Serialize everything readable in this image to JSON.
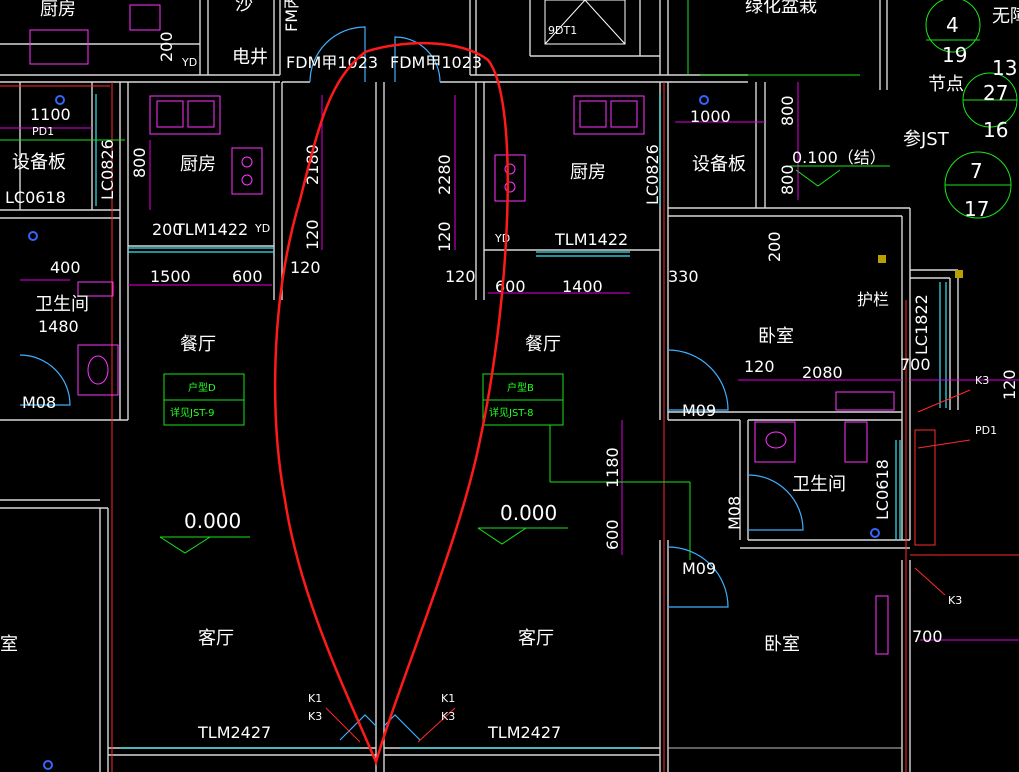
{
  "colors": {
    "background": "#000000",
    "wall": "#d8d8d8",
    "dimension": "#e000e0",
    "door": "#3fb0ff",
    "window": "#36e6f0",
    "annotation": "#19e619",
    "highlight": "#ff2a2a"
  },
  "rooms": {
    "kitchen_top_left": "厨房",
    "kitchen_left": "厨房",
    "kitchen_right": "厨房",
    "electric_shaft": "电井",
    "equipment_left": "设备板",
    "equipment_right": "设备板",
    "bathroom_left": "卫生间",
    "bathroom_right": "卫生间",
    "dining_left": "餐厅",
    "dining_right": "餐厅",
    "living_left": "客厅",
    "living_right": "客厅",
    "bedroom_upper": "卧室",
    "bedroom_lower": "卧室",
    "room_edge": "室",
    "greenery": "绿化盆栽",
    "partial_top_left": "沙",
    "partial_top": "FM丙",
    "top_right_partial": "无障"
  },
  "doors": {
    "fdm_left": "FDM甲1023",
    "fdm_right": "FDM甲1023",
    "tlm_kitchen_left": "TLM1422",
    "tlm_kitchen_right": "TLM1422",
    "tlm_living_left": "TLM2427",
    "tlm_living_right": "TLM2427",
    "m08_left": "M08",
    "m08_right": "M08",
    "m09_upper": "M09",
    "m09_lower": "M09"
  },
  "windows": {
    "lc0826_left": "LC0826",
    "lc0826_right": "LC0826",
    "lc0618_left": "LC0618",
    "lc0618_right": "LC0618",
    "lc1822": "LC1822"
  },
  "dimensions": {
    "d1100": "1100",
    "d1000": "1000",
    "d800a": "800",
    "d800b": "800",
    "d800c": "800",
    "d2180": "2180",
    "d2280": "2280",
    "d120a": "120",
    "d120b": "120",
    "d120c": "120",
    "d120d": "120",
    "d120e": "120",
    "d120f": "120",
    "d200a": "200",
    "d200b": "200",
    "d200c": "200",
    "d400": "400",
    "d1480": "1480",
    "d1500": "1500",
    "d600a": "600",
    "d600b": "600",
    "d600c": "600",
    "d1400": "1400",
    "d330": "330",
    "d2080": "2080",
    "d700a": "700",
    "d700b": "700",
    "d1180": "1180"
  },
  "labels": {
    "pd1_left": "PD1",
    "pd1_right": "PD1",
    "yd_a": "YD",
    "yd_b": "YD",
    "yd_c": "YD",
    "shaft_9dt1": "9DT1",
    "node": "节点",
    "ref_jst": "参JST",
    "elevation_struct": "0.100（结）",
    "railing": "护栏",
    "k1_left": "K1",
    "k3_left": "K3",
    "k1_right": "K1",
    "k3_right": "K3",
    "k3_upper": "K3",
    "k3_lower": "K3"
  },
  "elevations": {
    "living_left": "0.000",
    "living_right": "0.000"
  },
  "type_tags": [
    {
      "line1": "户型D",
      "line2": "详见JST-9"
    },
    {
      "line1": "户型B",
      "line2": "详见JST-8"
    }
  ],
  "grid_bubbles": {
    "b4": "4",
    "b19": "19",
    "b13": "13",
    "b27": "27",
    "b16": "16",
    "b7": "7",
    "b17": "17"
  }
}
